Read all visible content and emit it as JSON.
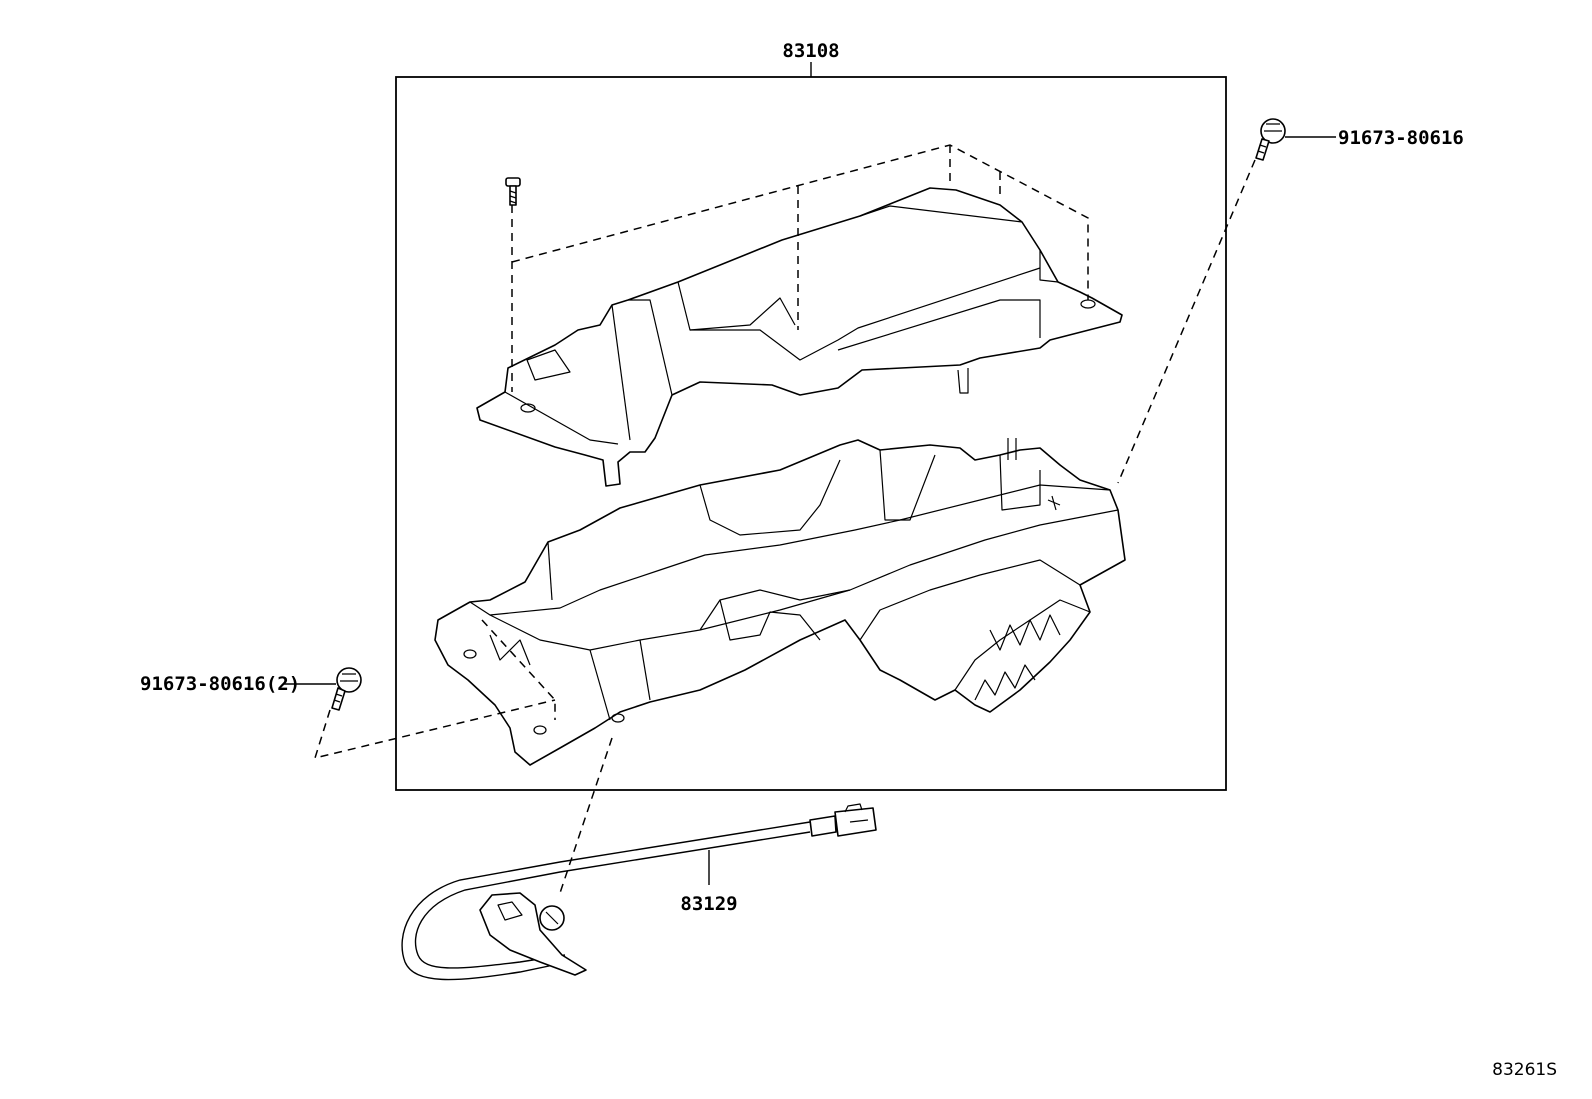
{
  "callouts": {
    "assembly": "83108",
    "bolt_right": "91673-80616",
    "bolt_left": "91673-80616(2)",
    "harness": "83129"
  },
  "diagram_code": "83261S"
}
